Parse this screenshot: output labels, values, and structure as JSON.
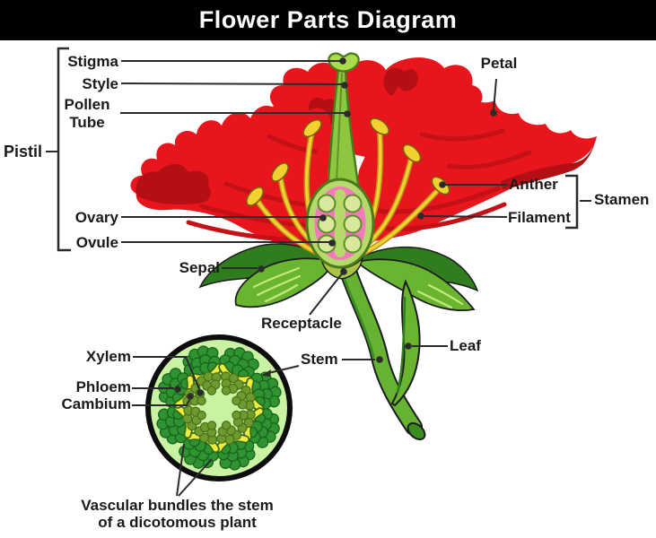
{
  "title": "Flower Parts Diagram",
  "labels": {
    "stigma": "Stigma",
    "style": "Style",
    "pollen_tube": "Pollen\nTube",
    "pistil": "Pistil",
    "ovary": "Ovary",
    "ovule": "Ovule",
    "petal": "Petal",
    "anther": "Anther",
    "filament": "Filament",
    "stamen": "Stamen",
    "sepal": "Sepal",
    "receptacle": "Receptacle",
    "stem": "Stem",
    "leaf": "Leaf",
    "xylem": "Xylem",
    "phloem": "Phloem",
    "cambium": "Cambium",
    "caption": "Vascular bundles the stem\nof a dicotomous plant"
  },
  "colors": {
    "titleBg": "#000000",
    "titleText": "#ffffff",
    "line": "#2b2b2b",
    "petal": "#e8151c",
    "petalDark": "#b30f15",
    "petalStreak": "#c41117",
    "pistilGreen": "#8dc63f",
    "pistilDark": "#4a7a1b",
    "stigmaGreen": "#aadb4b",
    "ovaryWall": "#b5d96b",
    "ovaryPink": "#f279bb",
    "ovule": "#d9e89c",
    "yellow": "#f2d02e",
    "yellowDark": "#b8901c",
    "sepalGreen": "#6ab52f",
    "sepalDark": "#2f7d1f",
    "sepalHighlight": "#c4e87c",
    "stemGreen": "#66b233",
    "stemDark": "#3c8f1f",
    "receptacle": "#a9c445",
    "crossFill": "#c9f2a2",
    "bundleDark": "#2f9331",
    "bundleOlive": "#6f9b2e",
    "cambiumYellow": "#f2ea3f"
  }
}
